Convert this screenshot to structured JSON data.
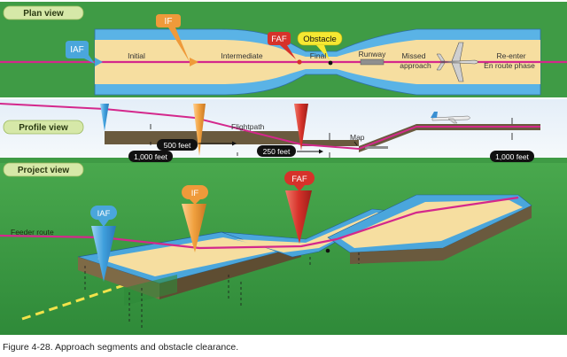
{
  "panels": {
    "plan": {
      "title": "Plan view",
      "labels": {
        "iaf": "IAF",
        "if": "IF",
        "faf": "FAF",
        "obstacle": "Obstacle",
        "initial": "Initial",
        "intermediate": "Intermediate",
        "final": "Final",
        "runway": "Runway",
        "missed_1": "Missed",
        "missed_2": "approach",
        "reenter_1": "Re-enter",
        "reenter_2": "En route phase"
      }
    },
    "profile": {
      "title": "Profile view",
      "labels": {
        "flightpath": "Flightpath",
        "map": "Map",
        "feet_500": "500 feet",
        "feet_1000_left": "1,000 feet",
        "feet_250": "250 feet",
        "feet_1000_right": "1,000 feet"
      }
    },
    "project": {
      "title": "Project view",
      "labels": {
        "iaf": "IAF",
        "if": "IF",
        "faf": "FAF",
        "feeder": "Feeder route"
      }
    }
  },
  "caption": "Figure 4-28. Approach segments and obstacle clearance.",
  "colors": {
    "green_bg": "#3f9b45",
    "blue_band": "#5ab3e6",
    "yellow_core": "#f6dea0",
    "magenta_track": "#d4288c",
    "iaf_blue": "#4aa6dc",
    "if_orange": "#ef9a3a",
    "faf_red": "#d6322a",
    "obstacle_yellow": "#f6e832",
    "terrain_brown": "#6a5a3e",
    "panel_title_bg": "#d6e8a8"
  }
}
